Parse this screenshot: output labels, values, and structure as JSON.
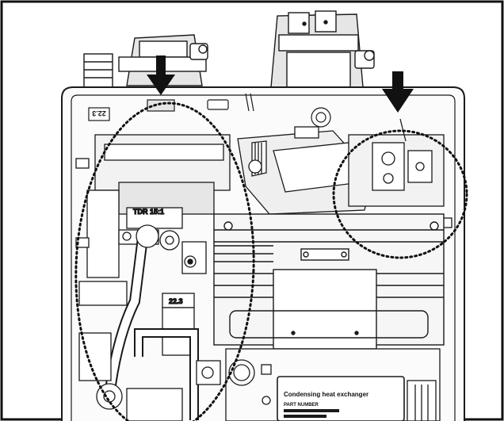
{
  "figure": {
    "labels": {
      "top_left_tag": "22.3",
      "tdr_label": "TDR 15:1",
      "mid_tag": "22.3",
      "plate_line_1": "Condensing heat exchanger",
      "plate_line_2": "PART NUMBER"
    },
    "callouts": [
      {
        "name": "left-component-group",
        "shape": "dotted-ellipse",
        "arrow": "down-arrow"
      },
      {
        "name": "right-component-group",
        "shape": "dotted-ellipse",
        "arrow": "down-arrow"
      }
    ],
    "colors": {
      "line": "#1a1a1a",
      "fill_light": "#f2f2f2",
      "fill_mid": "#d9d9d9",
      "fill_dark": "#6e6e6e",
      "background": "#ffffff"
    },
    "icons": [
      "down-arrow-icon",
      "dotted-ellipse-highlight"
    ]
  }
}
